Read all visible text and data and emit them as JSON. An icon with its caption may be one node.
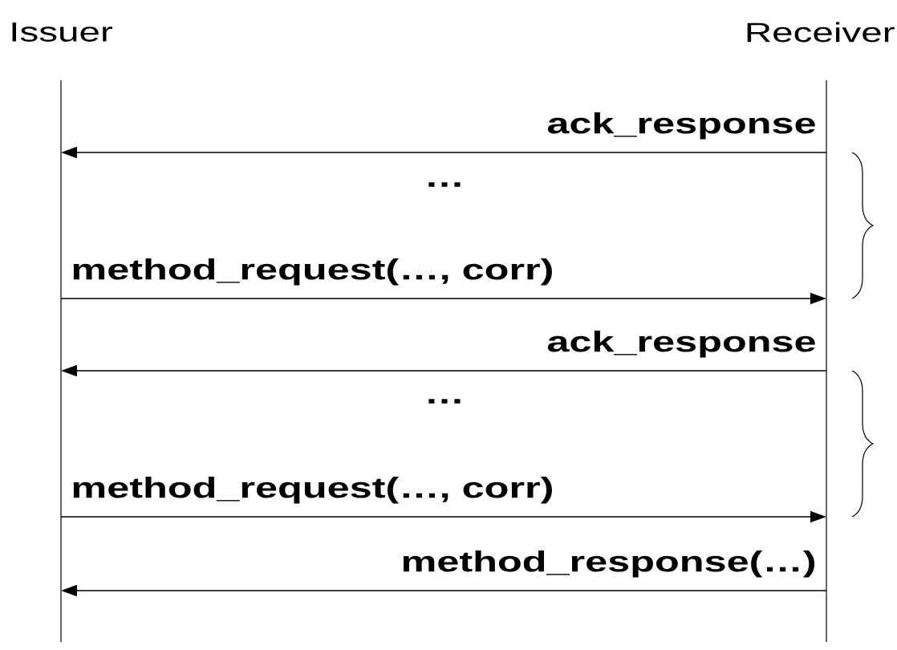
{
  "diagram": {
    "nodes": [
      {
        "text": [
          "Issuer"
        ]
      },
      {
        "text": [
          "Receiver"
        ]
      }
    ],
    "edges": [
      {
        "from": 1,
        "to": 0,
        "arrow": "to",
        "label": "ack_response"
      },
      {
        "from": 0,
        "to": 1,
        "arrow": "to",
        "label": "method_request(…, corr)"
      },
      {
        "from": 1,
        "to": 0,
        "arrow": "to",
        "label": "ack_response"
      },
      {
        "from": 0,
        "to": 1,
        "arrow": "to",
        "label": "method_request(…, corr)"
      },
      {
        "from": 1,
        "to": 0,
        "arrow": "to",
        "label": "method_response(…)"
      }
    ],
    "labels": [
      "…",
      "…"
    ]
  }
}
